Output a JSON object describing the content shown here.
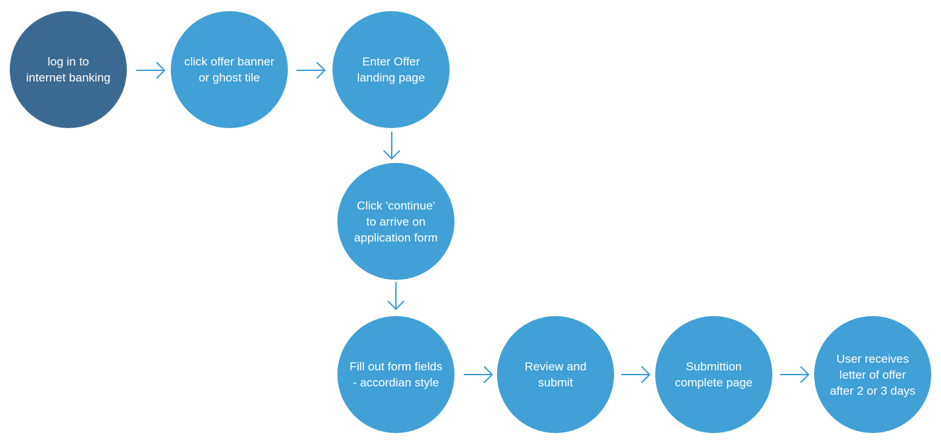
{
  "diagram": {
    "colors": {
      "start_node": "#3a6a92",
      "step_node": "#41a0d5",
      "arrow": "#41a0d5",
      "text": "#ffffff",
      "background": "#ffffff"
    },
    "nodes": [
      {
        "id": "log-in",
        "label": "log in to\ninternet banking"
      },
      {
        "id": "click-offer",
        "label": "click offer banner\nor ghost tile"
      },
      {
        "id": "landing-page",
        "label": "Enter Offer\nlanding page"
      },
      {
        "id": "click-continue",
        "label": "Click 'continue'\nto arrive on\napplication form"
      },
      {
        "id": "fill-form",
        "label": "Fill out form fields\n- accordian style"
      },
      {
        "id": "review-submit",
        "label": "Review and\nsubmit"
      },
      {
        "id": "submission-complete",
        "label": "Submittion\ncomplete page"
      },
      {
        "id": "letter-offer",
        "label": "User receives\nletter of offer\nafter 2 or 3  days"
      }
    ],
    "edges": [
      {
        "from": "log-in",
        "to": "click-offer",
        "direction": "right"
      },
      {
        "from": "click-offer",
        "to": "landing-page",
        "direction": "right"
      },
      {
        "from": "landing-page",
        "to": "click-continue",
        "direction": "down"
      },
      {
        "from": "click-continue",
        "to": "fill-form",
        "direction": "down"
      },
      {
        "from": "fill-form",
        "to": "review-submit",
        "direction": "right"
      },
      {
        "from": "review-submit",
        "to": "submission-complete",
        "direction": "right"
      },
      {
        "from": "submission-complete",
        "to": "letter-offer",
        "direction": "right"
      }
    ]
  }
}
